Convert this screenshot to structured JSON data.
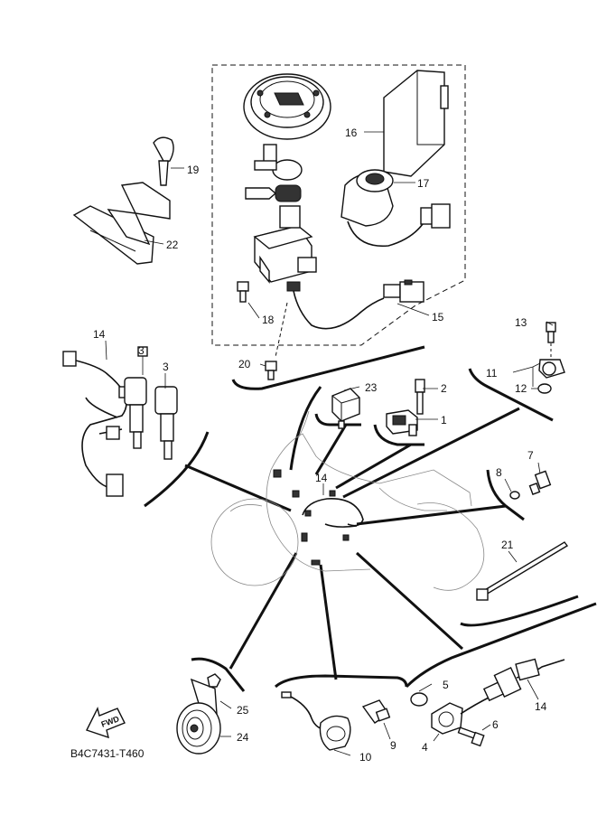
{
  "diagram_code": "B4C7431-T460",
  "fwd_label": "FWD",
  "parts": {
    "p1": "1",
    "p2": "2",
    "p3a": "3",
    "p3b": "3",
    "p4": "4",
    "p5": "5",
    "p6": "6",
    "p7": "7",
    "p8": "8",
    "p9": "9",
    "p10": "10",
    "p11": "11",
    "p12": "12",
    "p13": "13",
    "p14a": "14",
    "p14b": "14",
    "p14c": "14",
    "p15": "15",
    "p16": "16",
    "p17": "17",
    "p18": "18",
    "p19": "19",
    "p20": "20",
    "p21": "21",
    "p22": "22",
    "p23": "23",
    "p24": "24",
    "p25": "25"
  }
}
